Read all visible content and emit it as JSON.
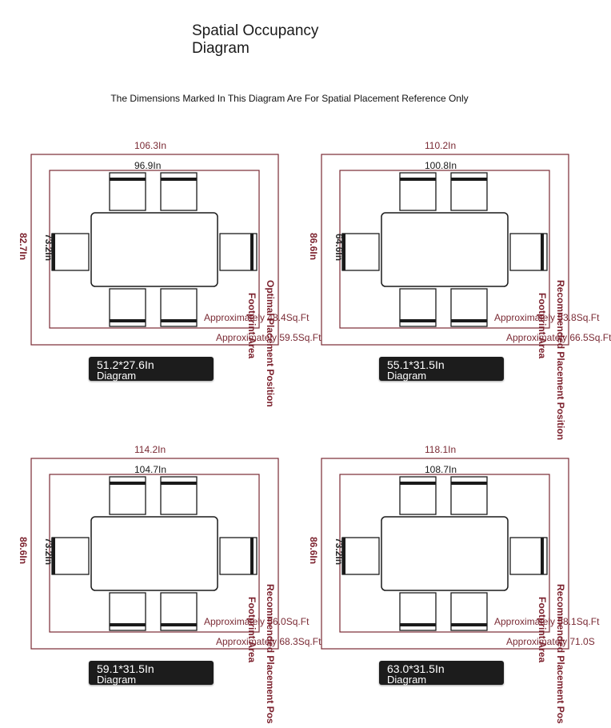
{
  "page": {
    "title_line1": "Spatial Occupancy",
    "title_line2": "Diagram",
    "subtitle": "The Dimensions Marked In This Diagram Are For Spatial Placement Reference Only"
  },
  "colors": {
    "accent": "#7a2a34",
    "line": "#1a1a1a",
    "badge": "#1c1c1c"
  },
  "panels": [
    {
      "outer_width": "106.3In",
      "inner_width": "96.9In",
      "outer_depth": "82.7In",
      "inner_depth": "73.2In",
      "footprint_area": "Approximately 48.4Sq.Ft",
      "placement_area": "Approximately 59.5Sq.Ft",
      "footprint_label": "Footprint Area",
      "placement_label": "Optimal Placement Position",
      "badge_size": "51.2*27.6In",
      "badge_caption": "Diagram"
    },
    {
      "outer_width": "110.2In",
      "inner_width": "100.8In",
      "outer_depth": "86.6In",
      "inner_depth": "64.6In",
      "footprint_area": "Approximately 53.8Sq.Ft",
      "placement_area": "Approximately 66.5Sq.Ft",
      "footprint_label": "Footprint Area",
      "placement_label": "Recommended Placement Position",
      "badge_size": "55.1*31.5In",
      "badge_caption": "Diagram"
    },
    {
      "outer_width": "114.2In",
      "inner_width": "104.7In",
      "outer_depth": "86.6In",
      "inner_depth": "73.2In",
      "footprint_area": "Approximately 56.0Sq.Ft",
      "placement_area": "Approximately 68.3Sq.Ft",
      "footprint_label": "Footprint Area",
      "placement_label": "Recommended Placement Pos",
      "badge_size": "59.1*31.5In",
      "badge_caption": "Diagram"
    },
    {
      "outer_width": "118.1In",
      "inner_width": "108.7In",
      "outer_depth": "86.6In",
      "inner_depth": "73.2In",
      "footprint_area": "Approximately 58.1Sq.Ft",
      "placement_area": "Approximately 71.0S",
      "footprint_label": "Footprint Area",
      "placement_label": "Recommended Placement Pos",
      "badge_size": "63.0*31.5In",
      "badge_caption": "Diagram"
    }
  ]
}
